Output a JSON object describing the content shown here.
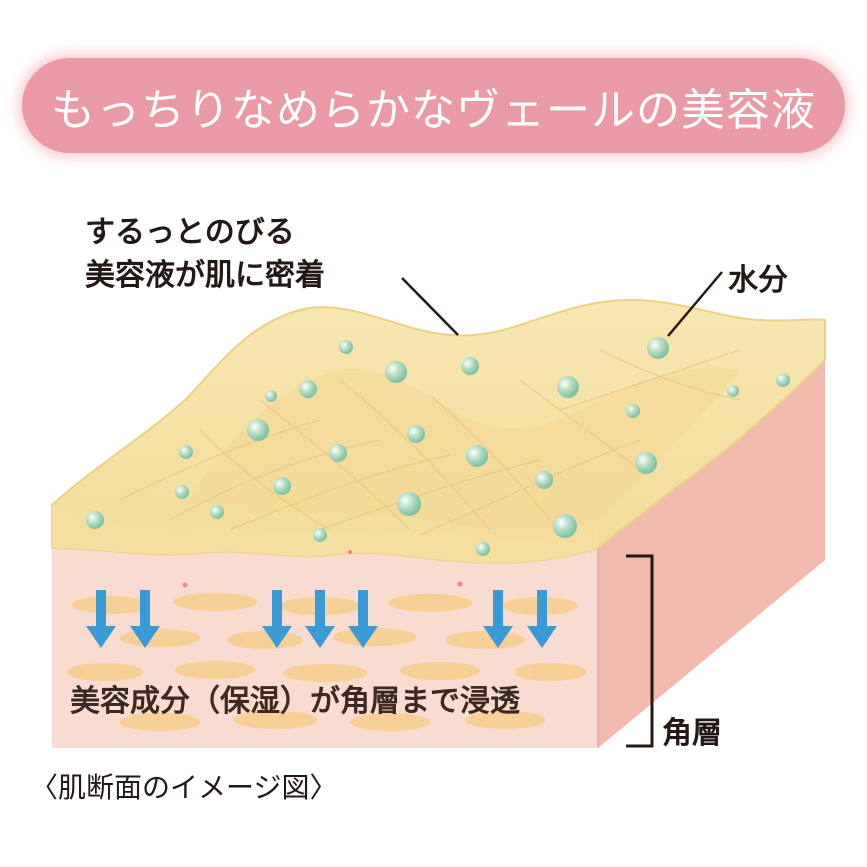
{
  "banner": {
    "title": "もっちりなめらかなヴェールの美容液",
    "color": "#ea9aa4"
  },
  "labels": {
    "veil_line1": "するっとのびる",
    "veil_line2": "美容液が肌に密着",
    "water": "水分",
    "penetration": "美容成分（保湿）が角層まで浸透",
    "layer": "角層",
    "caption": "〈肌断面のイメージ図〉"
  },
  "colors": {
    "veil": "#f6e3a6",
    "veil_dark": "#efd48a",
    "skin_front": "#f9d9cf",
    "skin_side": "#f1b7ab",
    "cells": "#f7d08d",
    "droplet": "#9ccfb5",
    "arrow": "#3a9ad6"
  }
}
